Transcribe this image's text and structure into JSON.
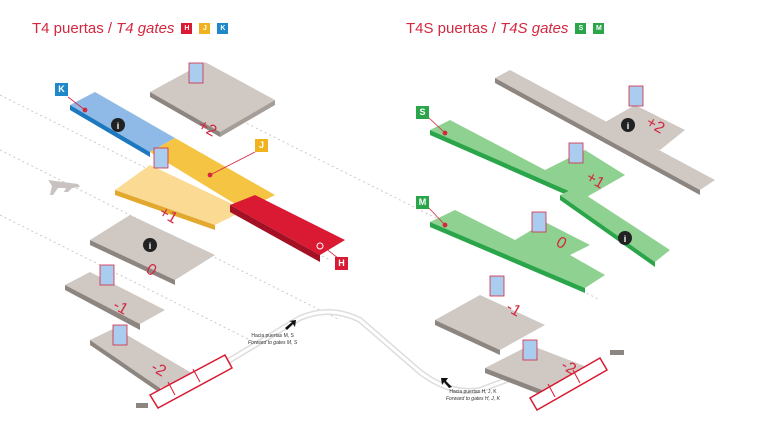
{
  "t4": {
    "title_es": "T4 puertas /",
    "title_en": "T4 gates",
    "zones": [
      {
        "letter": "H",
        "color": "#d91a32"
      },
      {
        "letter": "J",
        "color": "#f0b31e"
      },
      {
        "letter": "K",
        "color": "#1e88c8"
      }
    ],
    "levels": [
      "+2",
      "+1",
      "0",
      "-1",
      "-2"
    ],
    "note_es": "Hacia puertas M, S",
    "note_en": "Forward to gates M, S"
  },
  "t4s": {
    "title_es": "T4S puertas /",
    "title_en": "T4S gates",
    "zones": [
      {
        "letter": "S",
        "color": "#2aa54a"
      },
      {
        "letter": "M",
        "color": "#2aa54a"
      }
    ],
    "levels": [
      "+2",
      "+1",
      "0",
      "-1",
      "-2"
    ],
    "note_es": "Hacia puertas H, J, K",
    "note_en": "Forward to gates H, J, K"
  },
  "colors": {
    "title": "#d3283f",
    "floor_grey": "#cfc8c3",
    "floor_grey_edge": "#8d8580",
    "k_blue": "#8fb9e6",
    "j_yellow": "#f6c443",
    "j_light": "#fbdb94",
    "h_red": "#d91a32",
    "s_green": "#8fd191",
    "green_edge": "#2aa54a"
  }
}
